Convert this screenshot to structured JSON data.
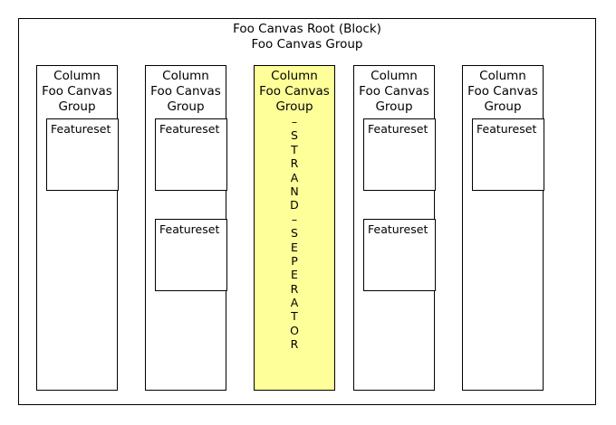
{
  "root": {
    "title_line1": "Foo Canvas Root (Block)",
    "title_line2": "Foo Canvas Group"
  },
  "columns": [
    {
      "title_line1": "Column",
      "title_line2": "Foo Canvas",
      "title_line3": "Group",
      "featuresets": [
        "Featureset"
      ]
    },
    {
      "title_line1": "Column",
      "title_line2": "Foo Canvas",
      "title_line3": "Group",
      "featuresets": [
        "Featureset",
        "Featureset"
      ]
    },
    {
      "title_line1": "Column",
      "title_line2": "Foo Canvas",
      "title_line3": "Group",
      "highlight_color": "#ffff99",
      "strand_separator_chars": [
        "–",
        "S",
        "T",
        "R",
        "A",
        "N",
        "D",
        "–",
        "S",
        "E",
        "P",
        "E",
        "R",
        "A",
        "T",
        "O",
        "R"
      ]
    },
    {
      "title_line1": "Column",
      "title_line2": "Foo Canvas",
      "title_line3": "Group",
      "featuresets": [
        "Featureset",
        "Featureset"
      ]
    },
    {
      "title_line1": "Column",
      "title_line2": "Foo Canvas",
      "title_line3": "Group",
      "featuresets": [
        "Featureset"
      ]
    }
  ]
}
